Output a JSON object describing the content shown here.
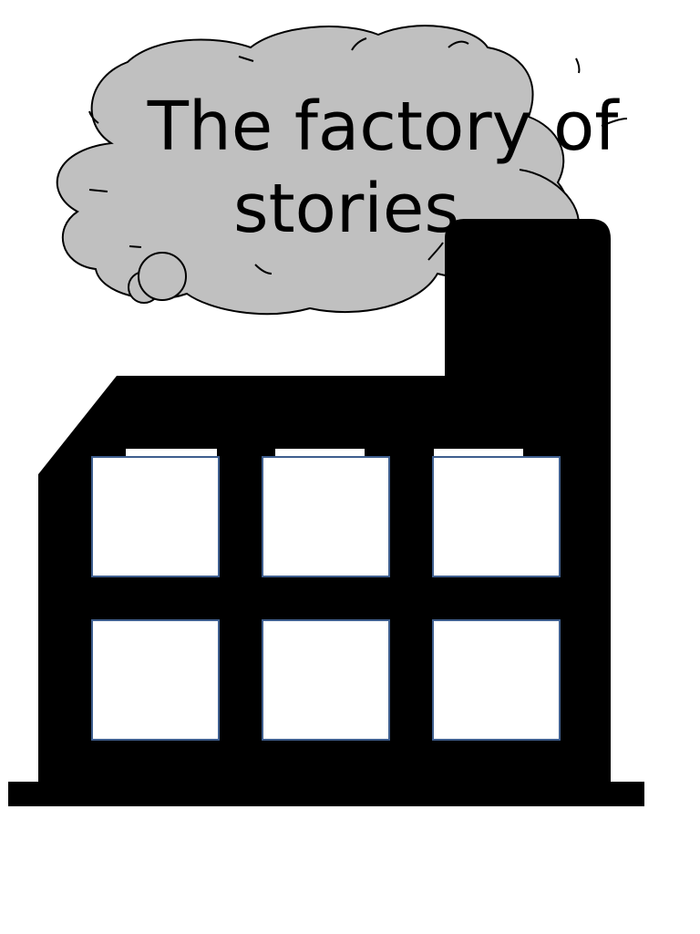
{
  "title": {
    "line1": "The factory of",
    "line2": "stories"
  },
  "colors": {
    "cloud_fill": "#c0c0c0",
    "cloud_stroke": "#000000",
    "building": "#000000",
    "window_fill": "#ffffff",
    "window_border": "#3f5f8f",
    "background": "#ffffff"
  },
  "windows": {
    "rows": 2,
    "columns": 3
  }
}
